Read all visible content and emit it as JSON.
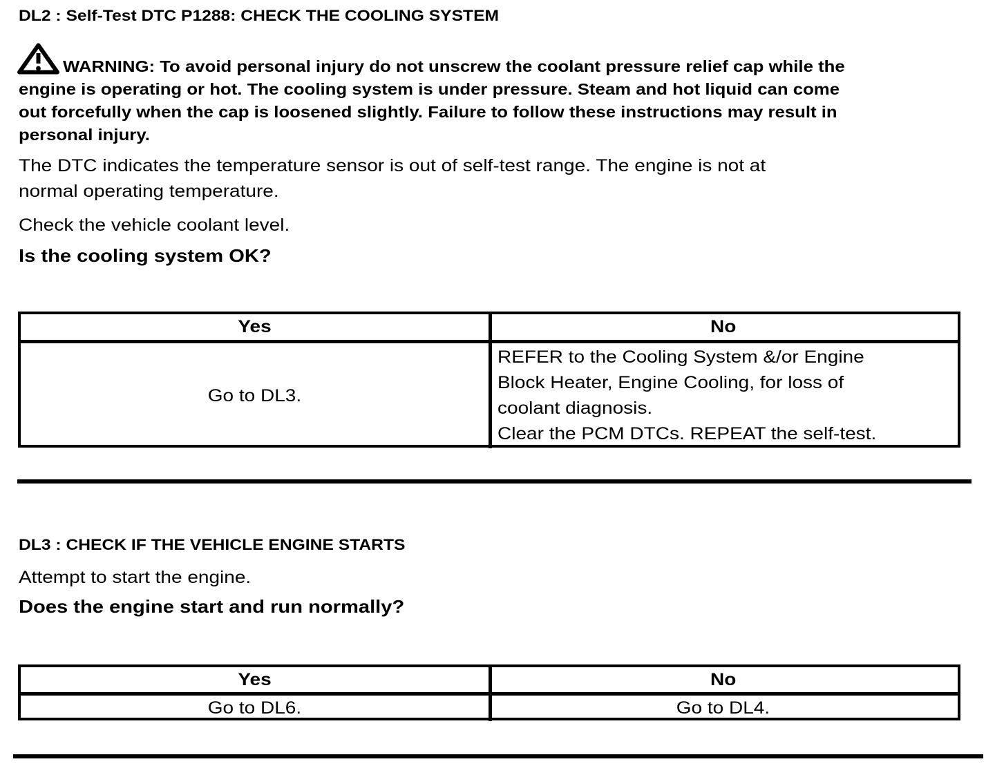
{
  "page": {
    "background": "#ffffff",
    "text_color": "#000000"
  },
  "section_dl2": {
    "title": "DL2 : Self-Test DTC P1288: CHECK THE COOLING SYSTEM",
    "warning": {
      "icon": "warning-triangle",
      "lines": [
        "WARNING: To avoid personal injury do not unscrew the coolant pressure relief cap while the",
        "engine is operating or hot. The cooling system is under pressure. Steam and hot liquid can come",
        "out forcefully when the cap is loosened slightly. Failure to follow these instructions may result in",
        "personal injury."
      ]
    },
    "body": {
      "dtc_note_lines": [
        "The DTC indicates the temperature sensor is out of self-test range. The engine is not at",
        "normal operating temperature."
      ],
      "check_step": "Check the vehicle coolant level."
    },
    "question": "Is the cooling system OK?",
    "decision_table": {
      "headers": [
        "Yes",
        "No"
      ],
      "yes_action": "Go to DL3.",
      "no_action_lines": [
        "REFER to the Cooling System &/or Engine",
        "Block Heater, Engine Cooling, for loss of",
        "coolant diagnosis.",
        "Clear the PCM DTCs. REPEAT the self-test."
      ]
    }
  },
  "section_dl3": {
    "title": "DL3 : CHECK IF THE VEHICLE ENGINE STARTS",
    "body": {
      "step": "Attempt to start the engine."
    },
    "question": "Does the engine start and run normally?",
    "decision_table": {
      "headers": [
        "Yes",
        "No"
      ],
      "yes_action": "Go to DL6.",
      "no_action": "Go to DL4."
    }
  }
}
